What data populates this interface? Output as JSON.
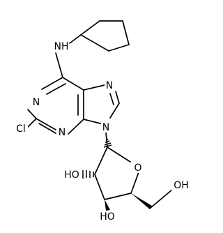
{
  "structure": {
    "labels": {
      "amine_nh": "NH",
      "n1": "N",
      "n3": "N",
      "n7": "N",
      "n9": "N",
      "chloro": "Cl",
      "ring_oxygen": "O",
      "hydroxyl_2": "HO",
      "hydroxyl_3": "HO",
      "hydroxyl_5": "OH"
    }
  }
}
